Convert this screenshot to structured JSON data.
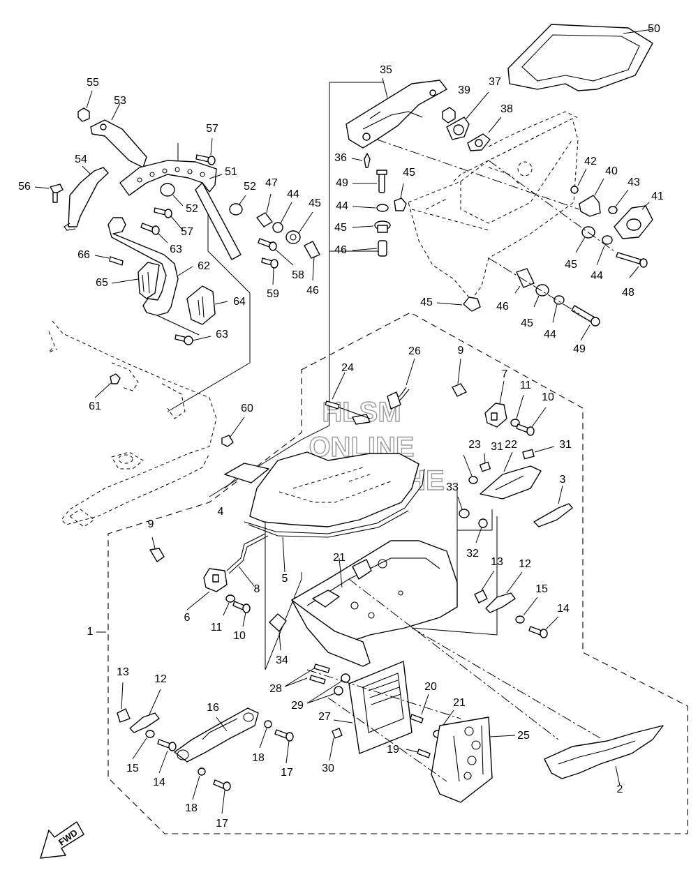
{
  "diagram": {
    "watermark": {
      "line1": "HLSM",
      "line2": "ONLINE",
      "line3": "MICROFICHE"
    },
    "fwd_label": "FWD",
    "callouts": [
      {
        "id": "c50",
        "text": "50"
      },
      {
        "id": "c35",
        "text": "35"
      },
      {
        "id": "c37",
        "text": "37"
      },
      {
        "id": "c39",
        "text": "39"
      },
      {
        "id": "c38",
        "text": "38"
      },
      {
        "id": "c55",
        "text": "55"
      },
      {
        "id": "c53",
        "text": "53"
      },
      {
        "id": "c57a",
        "text": "57"
      },
      {
        "id": "c54",
        "text": "54"
      },
      {
        "id": "c51",
        "text": "51"
      },
      {
        "id": "c56",
        "text": "56"
      },
      {
        "id": "c52a",
        "text": "52"
      },
      {
        "id": "c47",
        "text": "47"
      },
      {
        "id": "c44a",
        "text": "44"
      },
      {
        "id": "c45a",
        "text": "45"
      },
      {
        "id": "c52b",
        "text": "52"
      },
      {
        "id": "c57b",
        "text": "57"
      },
      {
        "id": "c63a",
        "text": "63"
      },
      {
        "id": "c66",
        "text": "66"
      },
      {
        "id": "c62",
        "text": "62"
      },
      {
        "id": "c65",
        "text": "65"
      },
      {
        "id": "c64",
        "text": "64"
      },
      {
        "id": "c63b",
        "text": "63"
      },
      {
        "id": "c58",
        "text": "58"
      },
      {
        "id": "c59",
        "text": "59"
      },
      {
        "id": "c46a",
        "text": "46"
      },
      {
        "id": "c36",
        "text": "36"
      },
      {
        "id": "c49a",
        "text": "49"
      },
      {
        "id": "c45b",
        "text": "45"
      },
      {
        "id": "c44b",
        "text": "44"
      },
      {
        "id": "c45c",
        "text": "45"
      },
      {
        "id": "c46b",
        "text": "46"
      },
      {
        "id": "c42",
        "text": "42"
      },
      {
        "id": "c40",
        "text": "40"
      },
      {
        "id": "c43",
        "text": "43"
      },
      {
        "id": "c41",
        "text": "41"
      },
      {
        "id": "c45d",
        "text": "45"
      },
      {
        "id": "c44c",
        "text": "44"
      },
      {
        "id": "c48",
        "text": "48"
      },
      {
        "id": "c45e",
        "text": "45"
      },
      {
        "id": "c46c",
        "text": "46"
      },
      {
        "id": "c45f",
        "text": "45"
      },
      {
        "id": "c44d",
        "text": "44"
      },
      {
        "id": "c49b",
        "text": "49"
      },
      {
        "id": "c61",
        "text": "61"
      },
      {
        "id": "c60",
        "text": "60"
      },
      {
        "id": "c24",
        "text": "24"
      },
      {
        "id": "c26",
        "text": "26"
      },
      {
        "id": "c9a",
        "text": "9"
      },
      {
        "id": "c7",
        "text": "7"
      },
      {
        "id": "c11a",
        "text": "11"
      },
      {
        "id": "c10a",
        "text": "10"
      },
      {
        "id": "c23",
        "text": "23"
      },
      {
        "id": "c31a",
        "text": "31"
      },
      {
        "id": "c22",
        "text": "22"
      },
      {
        "id": "c31b",
        "text": "31"
      },
      {
        "id": "c3",
        "text": "3"
      },
      {
        "id": "c33",
        "text": "33"
      },
      {
        "id": "c32",
        "text": "32"
      },
      {
        "id": "c4",
        "text": "4"
      },
      {
        "id": "c9b",
        "text": "9"
      },
      {
        "id": "c8",
        "text": "8"
      },
      {
        "id": "c5",
        "text": "5"
      },
      {
        "id": "c6",
        "text": "6"
      },
      {
        "id": "c11b",
        "text": "11"
      },
      {
        "id": "c10b",
        "text": "10"
      },
      {
        "id": "c1",
        "text": "1"
      },
      {
        "id": "c21a",
        "text": "21"
      },
      {
        "id": "c13a",
        "text": "13"
      },
      {
        "id": "c12a",
        "text": "12"
      },
      {
        "id": "c15a",
        "text": "15"
      },
      {
        "id": "c14a",
        "text": "14"
      },
      {
        "id": "c34",
        "text": "34"
      },
      {
        "id": "c28",
        "text": "28"
      },
      {
        "id": "c29",
        "text": "29"
      },
      {
        "id": "c20",
        "text": "20"
      },
      {
        "id": "c21b",
        "text": "21"
      },
      {
        "id": "c27",
        "text": "27"
      },
      {
        "id": "c25",
        "text": "25"
      },
      {
        "id": "c13b",
        "text": "13"
      },
      {
        "id": "c12b",
        "text": "12"
      },
      {
        "id": "c16",
        "text": "16"
      },
      {
        "id": "c15b",
        "text": "15"
      },
      {
        "id": "c14b",
        "text": "14"
      },
      {
        "id": "c18a",
        "text": "18"
      },
      {
        "id": "c17a",
        "text": "17"
      },
      {
        "id": "c18b",
        "text": "18"
      },
      {
        "id": "c17b",
        "text": "17"
      },
      {
        "id": "c19",
        "text": "19"
      },
      {
        "id": "c30",
        "text": "30"
      },
      {
        "id": "c2",
        "text": "2"
      }
    ]
  }
}
